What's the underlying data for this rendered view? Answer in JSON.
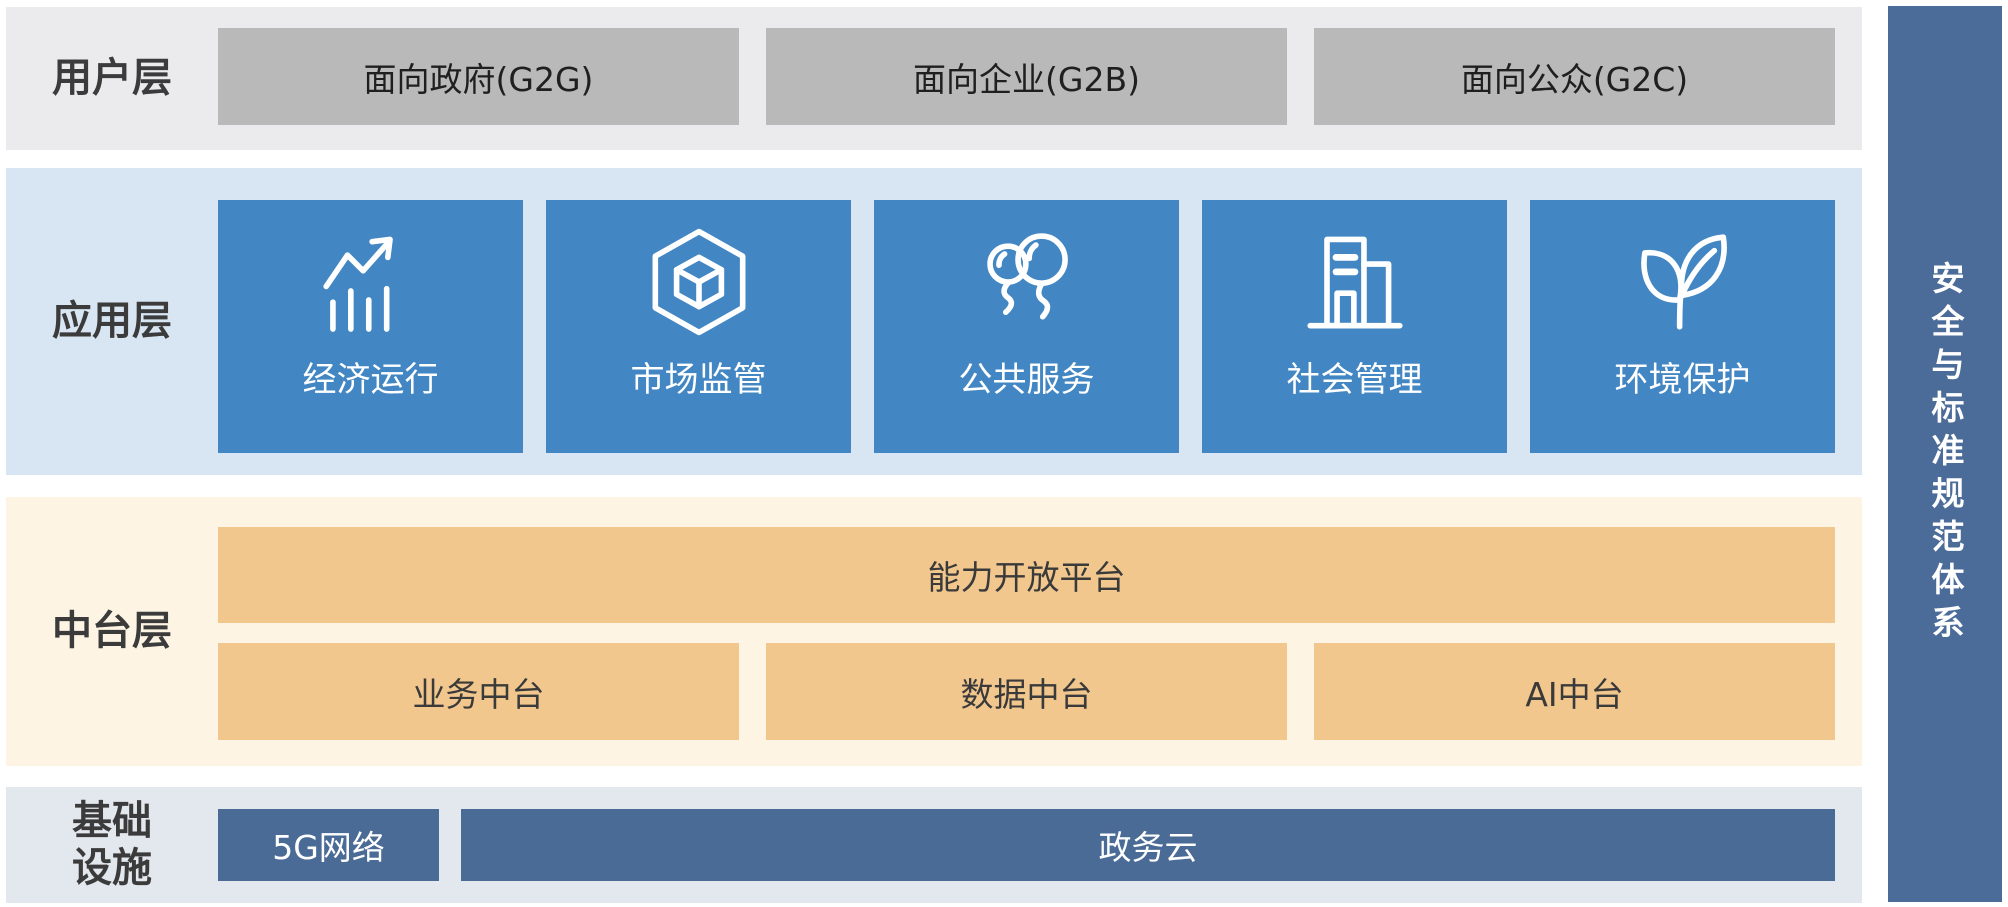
{
  "colors": {
    "user_layer_bg": "#ebebee",
    "user_box_bg": "#b9b9b9",
    "app_layer_bg": "#d8e6f3",
    "app_card_bg": "#4286c3",
    "mid_layer_bg": "#fdf4e4",
    "mid_box_bg": "#f1c78e",
    "infra_layer_bg": "#e3e7ee",
    "infra_box_bg": "#4a6b96",
    "side_bar_bg": "#4b6c99",
    "label_text": "#3b3b3b"
  },
  "user_layer": {
    "label": "用户层",
    "items": [
      {
        "label": "面向政府(G2G)"
      },
      {
        "label": "面向企业(G2B)"
      },
      {
        "label": "面向公众(G2C)"
      }
    ]
  },
  "app_layer": {
    "label": "应用层",
    "cards": [
      {
        "label": "经济运行",
        "icon": "trend-chart-icon"
      },
      {
        "label": "市场监管",
        "icon": "hexagon-cube-icon"
      },
      {
        "label": "公共服务",
        "icon": "balloons-icon"
      },
      {
        "label": "社会管理",
        "icon": "buildings-icon"
      },
      {
        "label": "环境保护",
        "icon": "leaf-icon"
      }
    ]
  },
  "mid_layer": {
    "label": "中台层",
    "platform": {
      "label": "能力开放平台"
    },
    "items": [
      {
        "label": "业务中台"
      },
      {
        "label": "数据中台"
      },
      {
        "label": "AI中台"
      }
    ]
  },
  "infra_layer": {
    "label_line1": "基础",
    "label_line2": "设施",
    "items": [
      {
        "label": "5G网络"
      },
      {
        "label": "政务云"
      }
    ]
  },
  "side_bar": {
    "label": "安全与标准规范体系"
  }
}
